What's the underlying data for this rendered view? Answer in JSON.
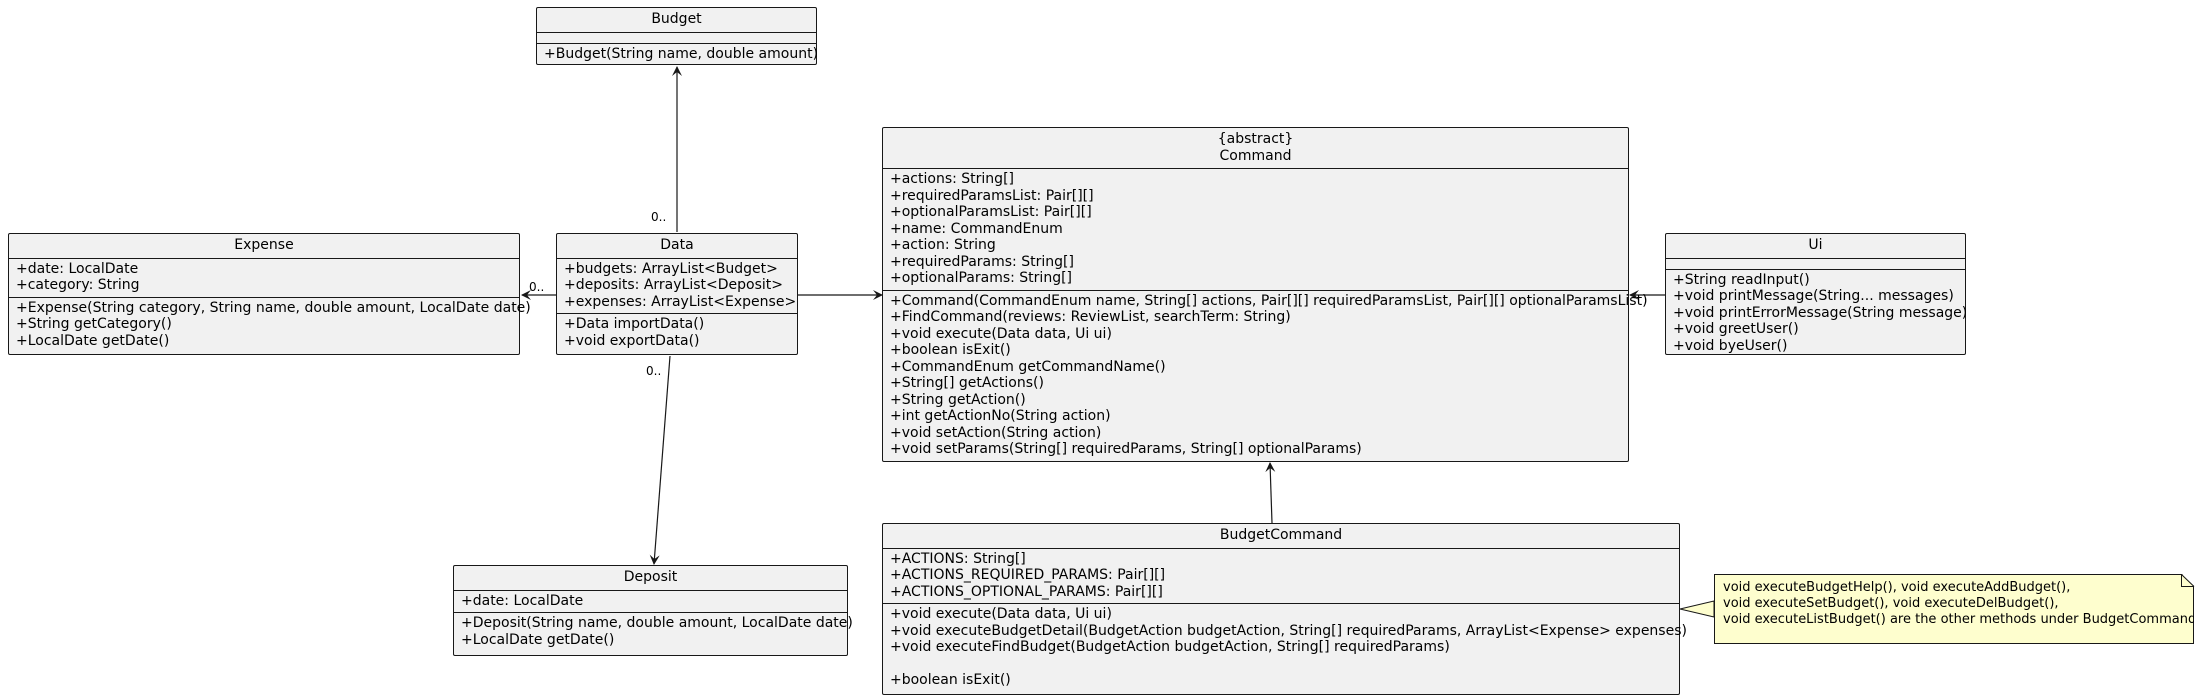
{
  "classes": {
    "budget": {
      "title": "Budget",
      "fields": [],
      "methods": [
        "+Budget(String name, double amount)"
      ]
    },
    "expense": {
      "title": "Expense",
      "fields": [
        "+date: LocalDate",
        "+category: String"
      ],
      "methods": [
        "+Expense(String category, String name, double amount, LocalDate date)",
        "+String getCategory()",
        "+LocalDate getDate()"
      ]
    },
    "data": {
      "title": "Data",
      "fields": [
        "+budgets: ArrayList<Budget>",
        "+deposits: ArrayList<Deposit>",
        "+expenses: ArrayList<Expense>"
      ],
      "methods": [
        "+Data importData()",
        "+void exportData()"
      ]
    },
    "deposit": {
      "title": "Deposit",
      "fields": [
        "+date: LocalDate"
      ],
      "methods": [
        "+Deposit(String name, double amount, LocalDate date)",
        "+LocalDate getDate()"
      ]
    },
    "command": {
      "stereotype": "{abstract}",
      "title": "Command",
      "fields": [
        "+actions: String[]",
        "+requiredParamsList: Pair[][]",
        "+optionalParamsList: Pair[][]",
        "+name: CommandEnum",
        "+action: String",
        "+requiredParams: String[]",
        "+optionalParams: String[]"
      ],
      "methods": [
        "+Command(CommandEnum name, String[] actions, Pair[][] requiredParamsList, Pair[][] optionalParamsList)",
        "+FindCommand(reviews: ReviewList, searchTerm: String)",
        "+void execute(Data data, Ui ui)",
        "+boolean isExit()",
        "+CommandEnum getCommandName()",
        "+String[] getActions()",
        "+String getAction()",
        "+int getActionNo(String action)",
        "+void setAction(String action)",
        "+void setParams(String[] requiredParams, String[] optionalParams)"
      ]
    },
    "ui": {
      "title": "Ui",
      "fields": [],
      "methods": [
        "+String readInput()",
        "+void printMessage(String... messages)",
        "+void printErrorMessage(String message)",
        "+void greetUser()",
        "+void byeUser()"
      ]
    },
    "budgetCommand": {
      "title": "BudgetCommand",
      "fields": [
        "+ACTIONS: String[]",
        "+ACTIONS_REQUIRED_PARAMS: Pair[][]",
        "+ACTIONS_OPTIONAL_PARAMS: Pair[][]"
      ],
      "methods": [
        "+void execute(Data data, Ui ui)",
        "+void executeBudgetDetail(BudgetAction budgetAction, String[] requiredParams, ArrayList<Expense> expenses)",
        "+void executeFindBudget(BudgetAction budgetAction, String[] requiredParams)",
        "",
        "+boolean isExit()"
      ]
    }
  },
  "multiplicities": {
    "data_to_budget": "0..",
    "data_to_expense": "0..",
    "data_to_deposit": "0.."
  },
  "note": {
    "text": "void executeBudgetHelp(), void executeAddBudget(),\nvoid executeSetBudget(), void executeDelBudget(),\nvoid executeListBudget() are the other methods under BudgetCommand"
  },
  "colors": {
    "class_fill": "#f1f1f1",
    "note_fill": "#fefece",
    "line": "#181818"
  }
}
